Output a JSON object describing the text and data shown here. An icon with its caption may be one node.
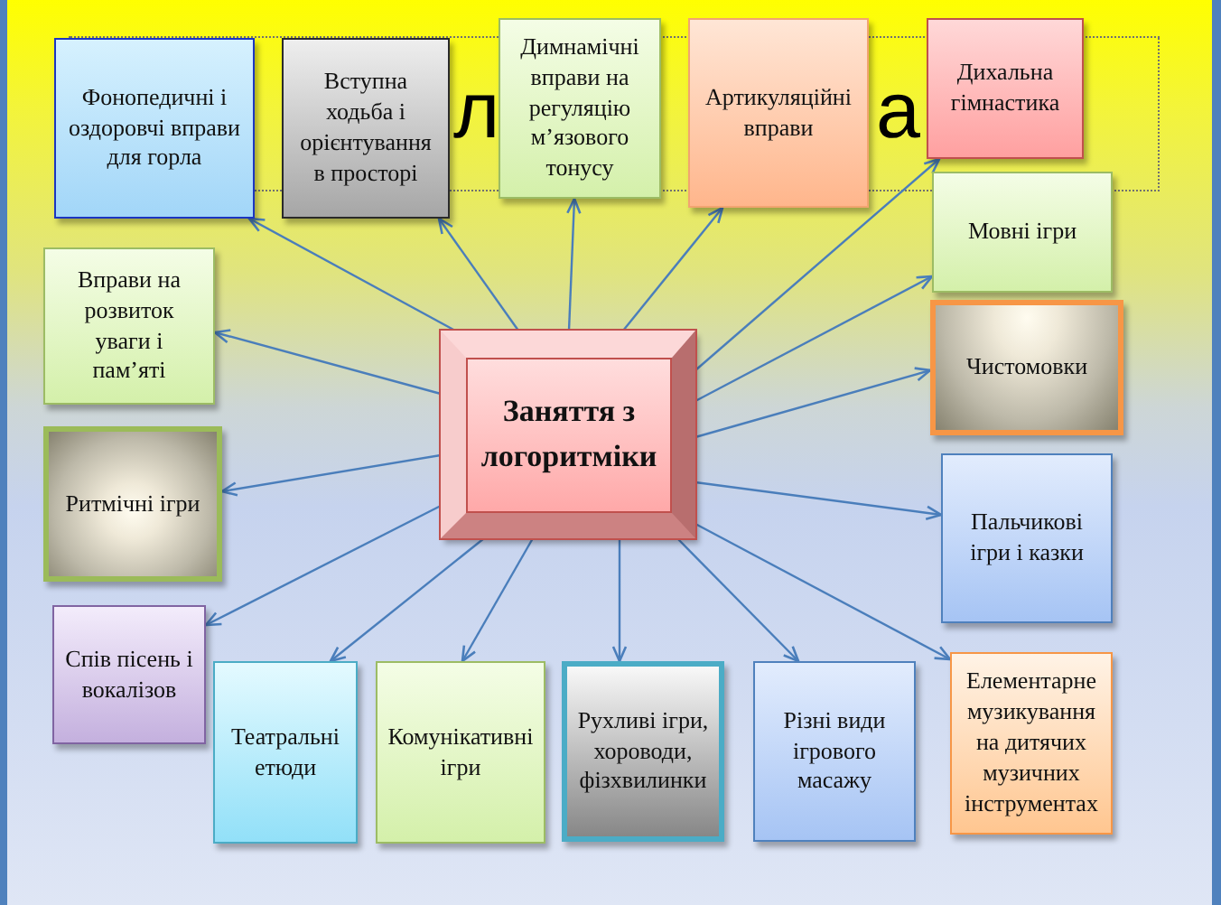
{
  "diagram": {
    "nodes": [
      {
        "text": [
          "Фонопедичні і оздоровчі вправи для горла"
        ]
      },
      {
        "text": [
          "Вступна ходьба і орієнтування в просторі"
        ]
      },
      {
        "text": [
          "Димнамічні вправи на регуляцію м’язового тонусу"
        ]
      },
      {
        "text": [
          "Артикуляційні вправи"
        ]
      },
      {
        "text": [
          "Дихальна гімнастика"
        ]
      },
      {
        "text": [
          "Вправи на розвиток уваги і пам’яті"
        ]
      },
      {
        "text": [
          "Мовні ігри"
        ]
      },
      {
        "text": [
          "Заняття з логоритміки"
        ]
      },
      {
        "text": [
          "Чистомовки"
        ]
      },
      {
        "text": [
          "Ритмічні ігри"
        ]
      },
      {
        "text": [
          "Пальчикові ігри і казки"
        ]
      },
      {
        "text": [
          "Спів пісень і вокалізов"
        ]
      },
      {
        "text": [
          "Театральні етюди"
        ]
      },
      {
        "text": [
          "Комунікативні ігри"
        ]
      },
      {
        "text": [
          "Рухливі ігри, хороводи, фізхвилинки"
        ]
      },
      {
        "text": [
          "Різні види ігрового масажу"
        ]
      },
      {
        "text": [
          "Елементарне музикування на дитячих музичних інструментах"
        ]
      }
    ],
    "edges": [
      {
        "from": 7,
        "to": 0,
        "arrow": "to"
      },
      {
        "from": 7,
        "to": 1,
        "arrow": "to"
      },
      {
        "from": 7,
        "to": 2,
        "arrow": "to"
      },
      {
        "from": 7,
        "to": 3,
        "arrow": "to"
      },
      {
        "from": 7,
        "to": 4,
        "arrow": "to"
      },
      {
        "from": 7,
        "to": 5,
        "arrow": "to"
      },
      {
        "from": 7,
        "to": 6,
        "arrow": "to"
      },
      {
        "from": 7,
        "to": 8,
        "arrow": "to"
      },
      {
        "from": 7,
        "to": 9,
        "arrow": "to"
      },
      {
        "from": 7,
        "to": 10,
        "arrow": "to"
      },
      {
        "from": 7,
        "to": 11,
        "arrow": "to"
      },
      {
        "from": 7,
        "to": 12,
        "arrow": "to"
      },
      {
        "from": 7,
        "to": 13,
        "arrow": "to"
      },
      {
        "from": 7,
        "to": 14,
        "arrow": "to"
      },
      {
        "from": 7,
        "to": 15,
        "arrow": "to"
      },
      {
        "from": 7,
        "to": 16,
        "arrow": "to"
      }
    ],
    "labels": [
      "л",
      "а"
    ]
  }
}
